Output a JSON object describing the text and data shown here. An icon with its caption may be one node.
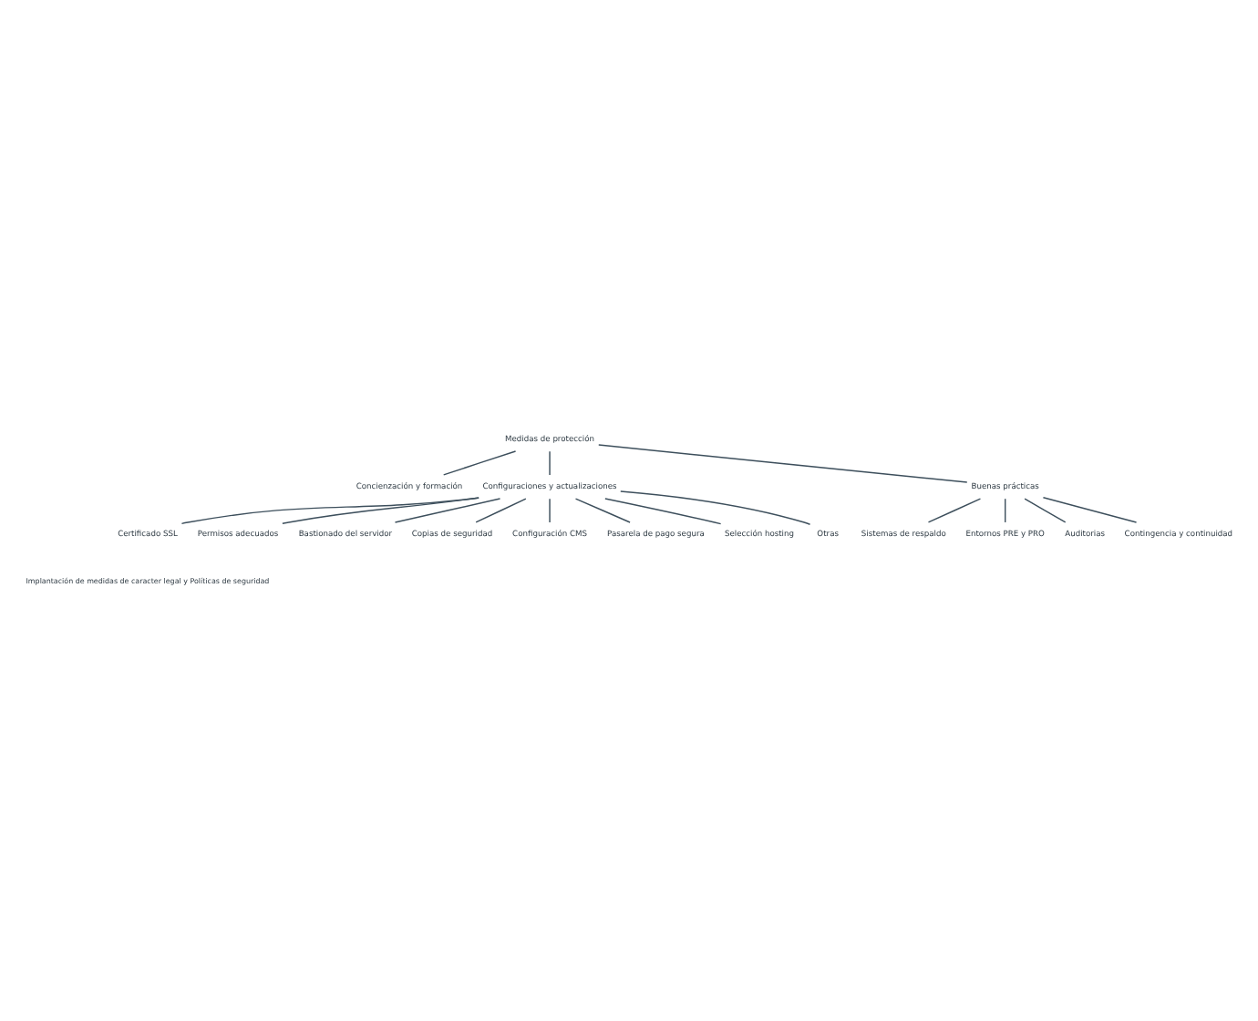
{
  "diagram": {
    "nodes": [
      {
        "text": [
          "Medidas de protección"
        ]
      },
      {
        "text": [
          "Concienzación y formación"
        ]
      },
      {
        "text": [
          "Configuraciones y actualizaciones"
        ]
      },
      {
        "text": [
          "Buenas prácticas"
        ]
      },
      {
        "text": [
          "Certificado SSL"
        ]
      },
      {
        "text": [
          "Permisos adecuados"
        ]
      },
      {
        "text": [
          "Bastionado del servidor"
        ]
      },
      {
        "text": [
          "Copias de seguridad"
        ]
      },
      {
        "text": [
          "Configuración CMS"
        ]
      },
      {
        "text": [
          "Pasarela de pago segura"
        ]
      },
      {
        "text": [
          "Selección hosting"
        ]
      },
      {
        "text": [
          "Otras"
        ]
      },
      {
        "text": [
          "Sistemas de respaldo"
        ]
      },
      {
        "text": [
          "Entornos PRE y PRO"
        ]
      },
      {
        "text": [
          "Auditorias"
        ]
      },
      {
        "text": [
          "Contingencia y continuidad"
        ]
      }
    ],
    "edges": [
      {
        "from": 0,
        "to": 1,
        "arrow": "none"
      },
      {
        "from": 0,
        "to": 2,
        "arrow": "none"
      },
      {
        "from": 0,
        "to": 3,
        "arrow": "none"
      },
      {
        "from": 2,
        "to": 4,
        "arrow": "none"
      },
      {
        "from": 2,
        "to": 5,
        "arrow": "none"
      },
      {
        "from": 2,
        "to": 6,
        "arrow": "none"
      },
      {
        "from": 2,
        "to": 7,
        "arrow": "none"
      },
      {
        "from": 2,
        "to": 8,
        "arrow": "none"
      },
      {
        "from": 2,
        "to": 9,
        "arrow": "none"
      },
      {
        "from": 2,
        "to": 10,
        "arrow": "none"
      },
      {
        "from": 2,
        "to": 11,
        "arrow": "none"
      },
      {
        "from": 3,
        "to": 12,
        "arrow": "none"
      },
      {
        "from": 3,
        "to": 13,
        "arrow": "none"
      },
      {
        "from": 3,
        "to": 14,
        "arrow": "none"
      },
      {
        "from": 3,
        "to": 15,
        "arrow": "none"
      }
    ],
    "labels": [
      "Implantación de medidas de caracter legal y Políticas de seguridad"
    ]
  }
}
